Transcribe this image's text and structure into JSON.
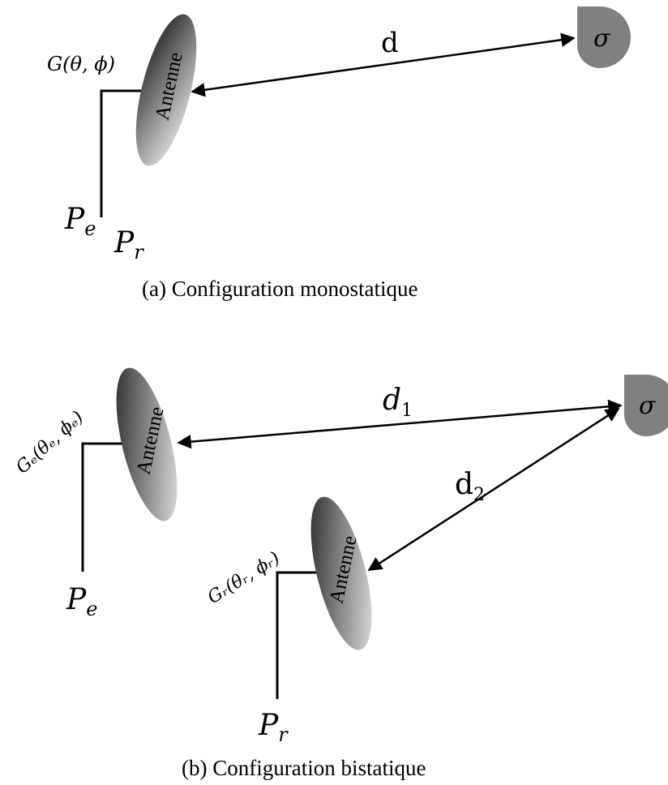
{
  "panel_a": {
    "caption": "(a) Configuration monostatique",
    "antenna_label": "Antenne",
    "gain_label": "G(θ, ϕ)",
    "distance_label": "d",
    "target_label": "σ",
    "pe_base": "P",
    "pe_sub": "e",
    "pr_base": "P",
    "pr_sub": "r"
  },
  "panel_b": {
    "caption": "(b) Configuration bistatique",
    "antenna_tx_label": "Antenne",
    "antenna_rx_label": "Antenne",
    "gain_tx_label": "Gₑ(θₑ, ϕₑ)",
    "gain_rx_label": "Gᵣ(θᵣ, ϕᵣ)",
    "d1_base": "d",
    "d1_sub": "1",
    "d2_base": "d",
    "d2_sub": "2",
    "target_label": "σ",
    "pe_base": "P",
    "pe_sub": "e",
    "pr_base": "P",
    "pr_sub": "r"
  },
  "colors": {
    "target_fill": "#808080",
    "antenna_dark": "#1a1a1a",
    "antenna_light": "#f2f2f2",
    "line": "#000000"
  }
}
